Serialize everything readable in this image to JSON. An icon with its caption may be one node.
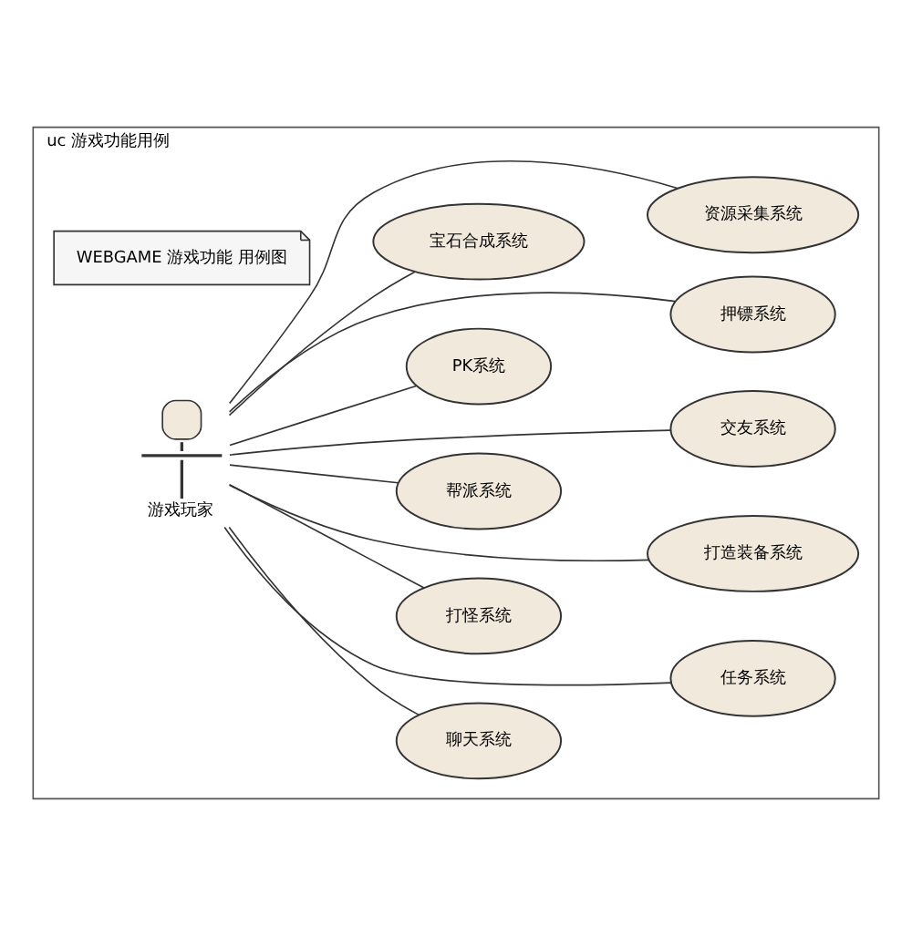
{
  "diagram": {
    "nodes": [
      {
        "text": [
          "uc 游戏功能用例"
        ]
      },
      {
        "text": [
          "WEBGAME 游戏功能 用例图"
        ],
        "in": 0
      },
      {
        "text": [
          "聊天系统"
        ],
        "in": 0
      },
      {
        "text": [
          "任务系统"
        ],
        "in": 0
      },
      {
        "text": [
          "打怪系统"
        ],
        "in": 0
      },
      {
        "text": [
          "打造装备系统"
        ],
        "in": 0
      },
      {
        "text": [
          "帮派系统"
        ],
        "in": 0
      },
      {
        "text": [
          "游戏玩家"
        ],
        "in": 0
      },
      {
        "text": [
          "交友系统"
        ],
        "in": 0
      },
      {
        "text": [
          "PK系统"
        ],
        "in": 0
      },
      {
        "text": [
          "押镖系统"
        ],
        "in": 0
      },
      {
        "text": [
          "宝石合成系统"
        ],
        "in": 0
      },
      {
        "text": [
          "资源采集系统"
        ],
        "in": 0
      }
    ],
    "edges": [
      {
        "from": 7,
        "to": 2,
        "arrow": "none"
      },
      {
        "from": 7,
        "to": 3,
        "arrow": "none"
      },
      {
        "from": 7,
        "to": 4,
        "arrow": "none"
      },
      {
        "from": 7,
        "to": 5,
        "arrow": "none"
      },
      {
        "from": 7,
        "to": 6,
        "arrow": "none"
      },
      {
        "from": 7,
        "to": 8,
        "arrow": "none"
      },
      {
        "from": 7,
        "to": 9,
        "arrow": "none"
      },
      {
        "from": 7,
        "to": 10,
        "arrow": "none"
      },
      {
        "from": 7,
        "to": 11,
        "arrow": "none"
      },
      {
        "from": 7,
        "to": 12,
        "arrow": "none"
      }
    ]
  }
}
